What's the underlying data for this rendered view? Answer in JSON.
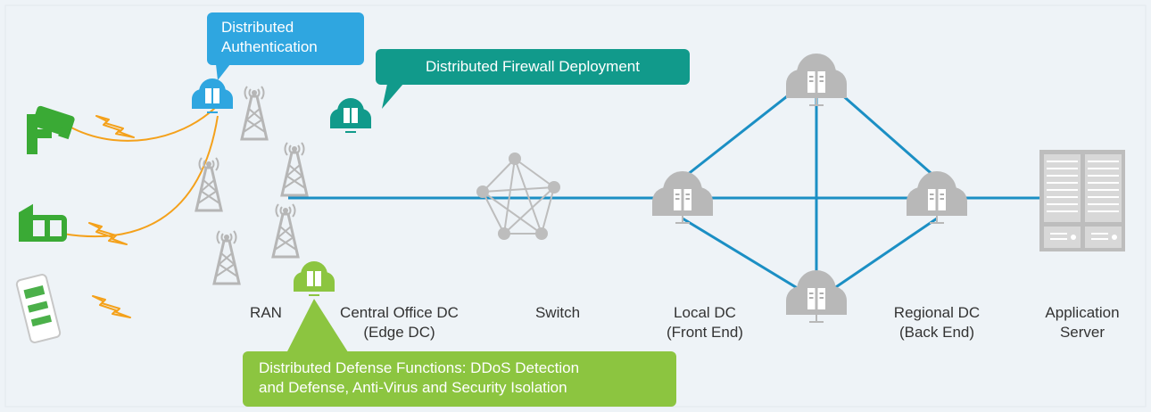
{
  "callouts": {
    "auth": "Distributed\nAuthentication",
    "firewall": "Distributed Firewall Deployment",
    "defense": "Distributed Defense Functions: DDoS Detection\nand Defense, Anti-Virus and Security Isolation"
  },
  "labels": {
    "ran": "RAN",
    "central_office": "Central Office DC\n(Edge DC)",
    "switch": "Switch",
    "local_dc": "Local DC\n(Front End)",
    "regional_dc": "Regional DC\n(Back End)",
    "app_server": "Application\nServer"
  },
  "colors": {
    "background": "#eef3f7",
    "link": "#1b8fc4",
    "auth": "#2fa6e0",
    "firewall": "#119a8b",
    "defense": "#8cc540",
    "cloud": "#b8b8b8",
    "device": "#3aaa35",
    "signal": "#f4a11b"
  }
}
